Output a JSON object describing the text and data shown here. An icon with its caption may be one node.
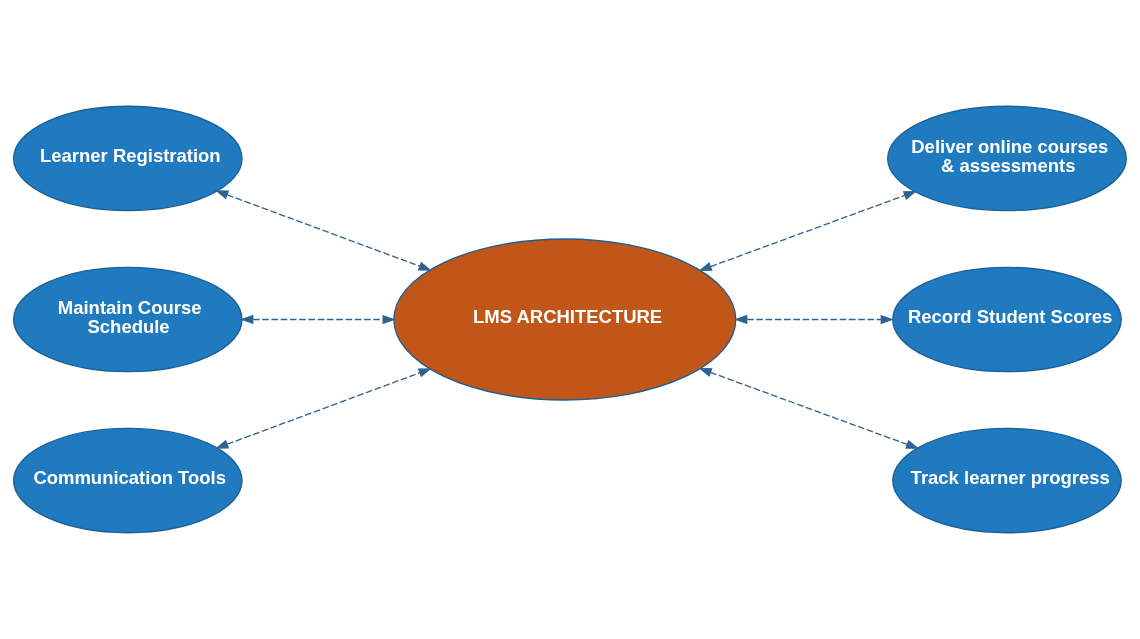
{
  "diagram": {
    "nodes": [
      {
        "text": [
          "Learner Registration"
        ]
      },
      {
        "text": [
          "Deliver online courses & assessments"
        ]
      },
      {
        "text": [
          "Maintain Course Schedule"
        ]
      },
      {
        "text": [
          "LMS ARCHITECTURE"
        ]
      },
      {
        "text": [
          "Record Student Scores"
        ]
      },
      {
        "text": [
          "Communication Tools"
        ]
      },
      {
        "text": [
          "Track learner progress"
        ]
      }
    ],
    "edges": [
      {
        "from": 0,
        "to": 3,
        "arrow": "both",
        "style": "dashed"
      },
      {
        "from": 3,
        "to": 1,
        "arrow": "both",
        "style": "dashed"
      },
      {
        "from": 2,
        "to": 3,
        "arrow": "both",
        "style": "dashed"
      },
      {
        "from": 3,
        "to": 4,
        "arrow": "both",
        "style": "dashed"
      },
      {
        "from": 5,
        "to": 3,
        "arrow": "both",
        "style": "dashed"
      },
      {
        "from": 3,
        "to": 6,
        "arrow": "both",
        "style": "dashed"
      }
    ]
  }
}
